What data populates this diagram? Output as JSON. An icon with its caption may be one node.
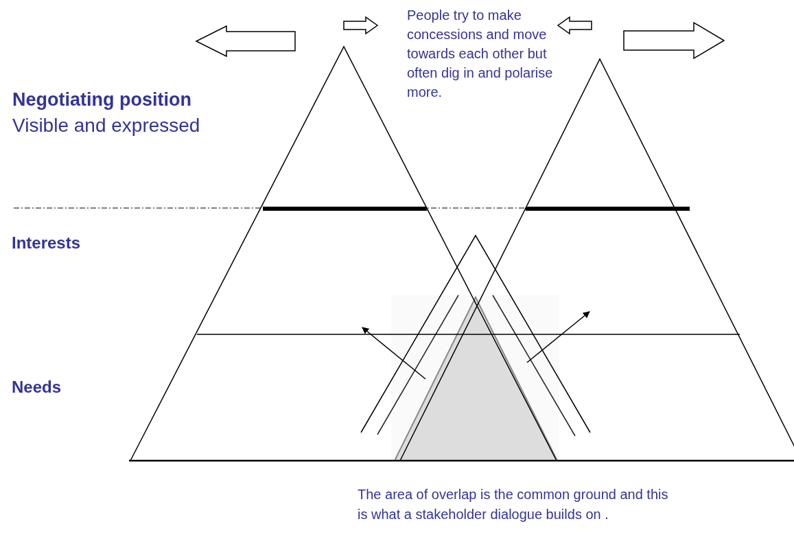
{
  "diagram": {
    "labels": [
      "Negotiating position",
      "Visible and expressed",
      "Interests",
      "Needs",
      "People try to make concessions and move towards each other but often dig in and polarise more.",
      "The area of overlap is the common ground and this is what a stakeholder dialogue builds on ."
    ]
  }
}
